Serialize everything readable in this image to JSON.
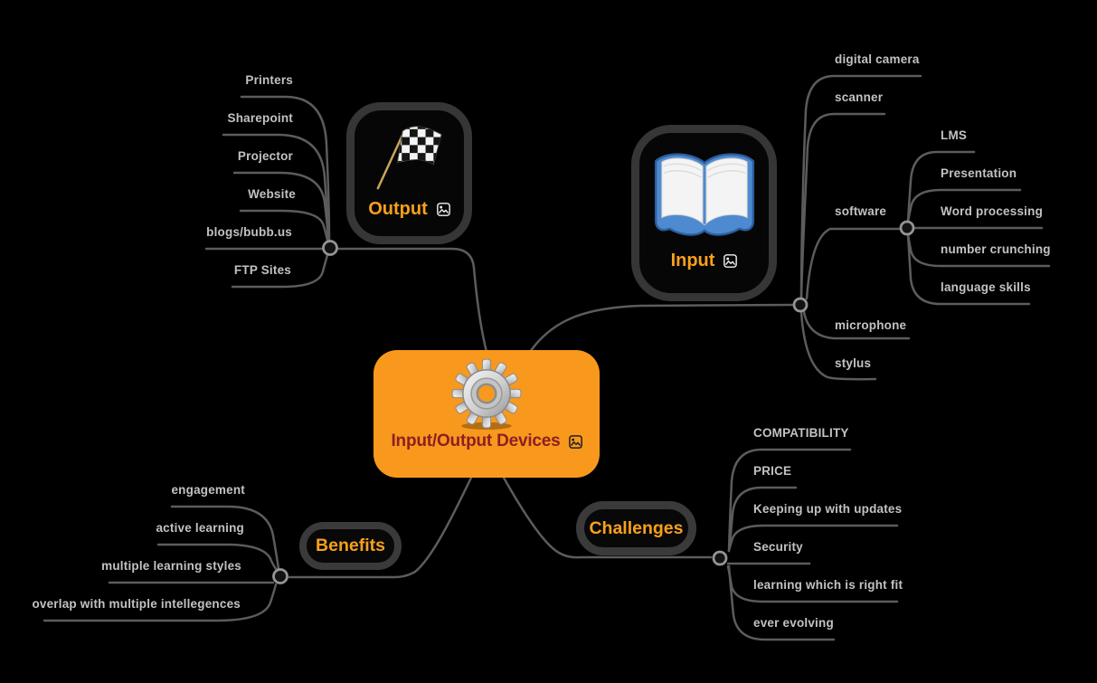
{
  "title": "Input/Output Devices mind map",
  "colors": {
    "background": "#000000",
    "accent_orange": "#f9a01b",
    "center_node_fill": "#f8991d",
    "center_label_color": "#8f1e22",
    "node_border": "#363636",
    "connector_line": "#5c5c5c",
    "leaf_text": "#c2c2c2"
  },
  "center": {
    "label": "Input/Output Devices",
    "icon": "gear-icon",
    "attachment_icon": "image-icon"
  },
  "branches": {
    "output": {
      "label": "Output",
      "image": "checkered-flag",
      "attachment_icon": "image-icon",
      "items": [
        "Printers",
        "Sharepoint",
        "Projector",
        "Website",
        "blogs/bubb.us",
        "FTP Sites"
      ]
    },
    "input": {
      "label": "Input",
      "image": "open-book",
      "attachment_icon": "image-icon",
      "items": [
        "digital camera",
        "scanner",
        "software",
        "microphone",
        "stylus"
      ],
      "software_items": [
        "LMS",
        "Presentation",
        "Word processing",
        "number crunching",
        "language skills"
      ]
    },
    "benefits": {
      "label": "Benefits",
      "items": [
        "engagement",
        "active learning",
        "multiple learning styles",
        "overlap with multiple intellegences"
      ]
    },
    "challenges": {
      "label": "Challenges",
      "items": [
        "COMPATIBILITY",
        "PRICE",
        "Keeping up with updates",
        "Security",
        "learning which is right fit",
        "ever evolving"
      ]
    }
  }
}
